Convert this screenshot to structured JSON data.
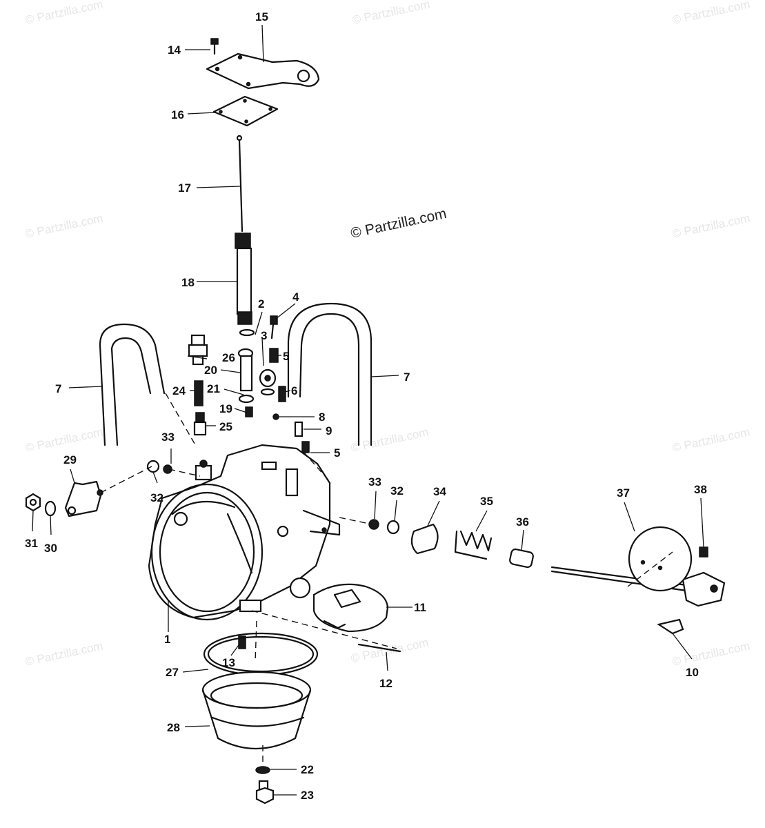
{
  "watermark_text": "© Partzilla.com",
  "center_watermark": "© Partzilla.com",
  "callouts": [
    "15",
    "14",
    "16",
    "17",
    "18",
    "2",
    "4",
    "3",
    "5",
    "26",
    "20",
    "7",
    "7",
    "24",
    "21",
    "6",
    "19",
    "8",
    "25",
    "9",
    "33",
    "5",
    "29",
    "32",
    "33",
    "32",
    "34",
    "35",
    "36",
    "37",
    "38",
    "31",
    "30",
    "1",
    "11",
    "13",
    "27",
    "12",
    "10",
    "28",
    "22",
    "23"
  ]
}
